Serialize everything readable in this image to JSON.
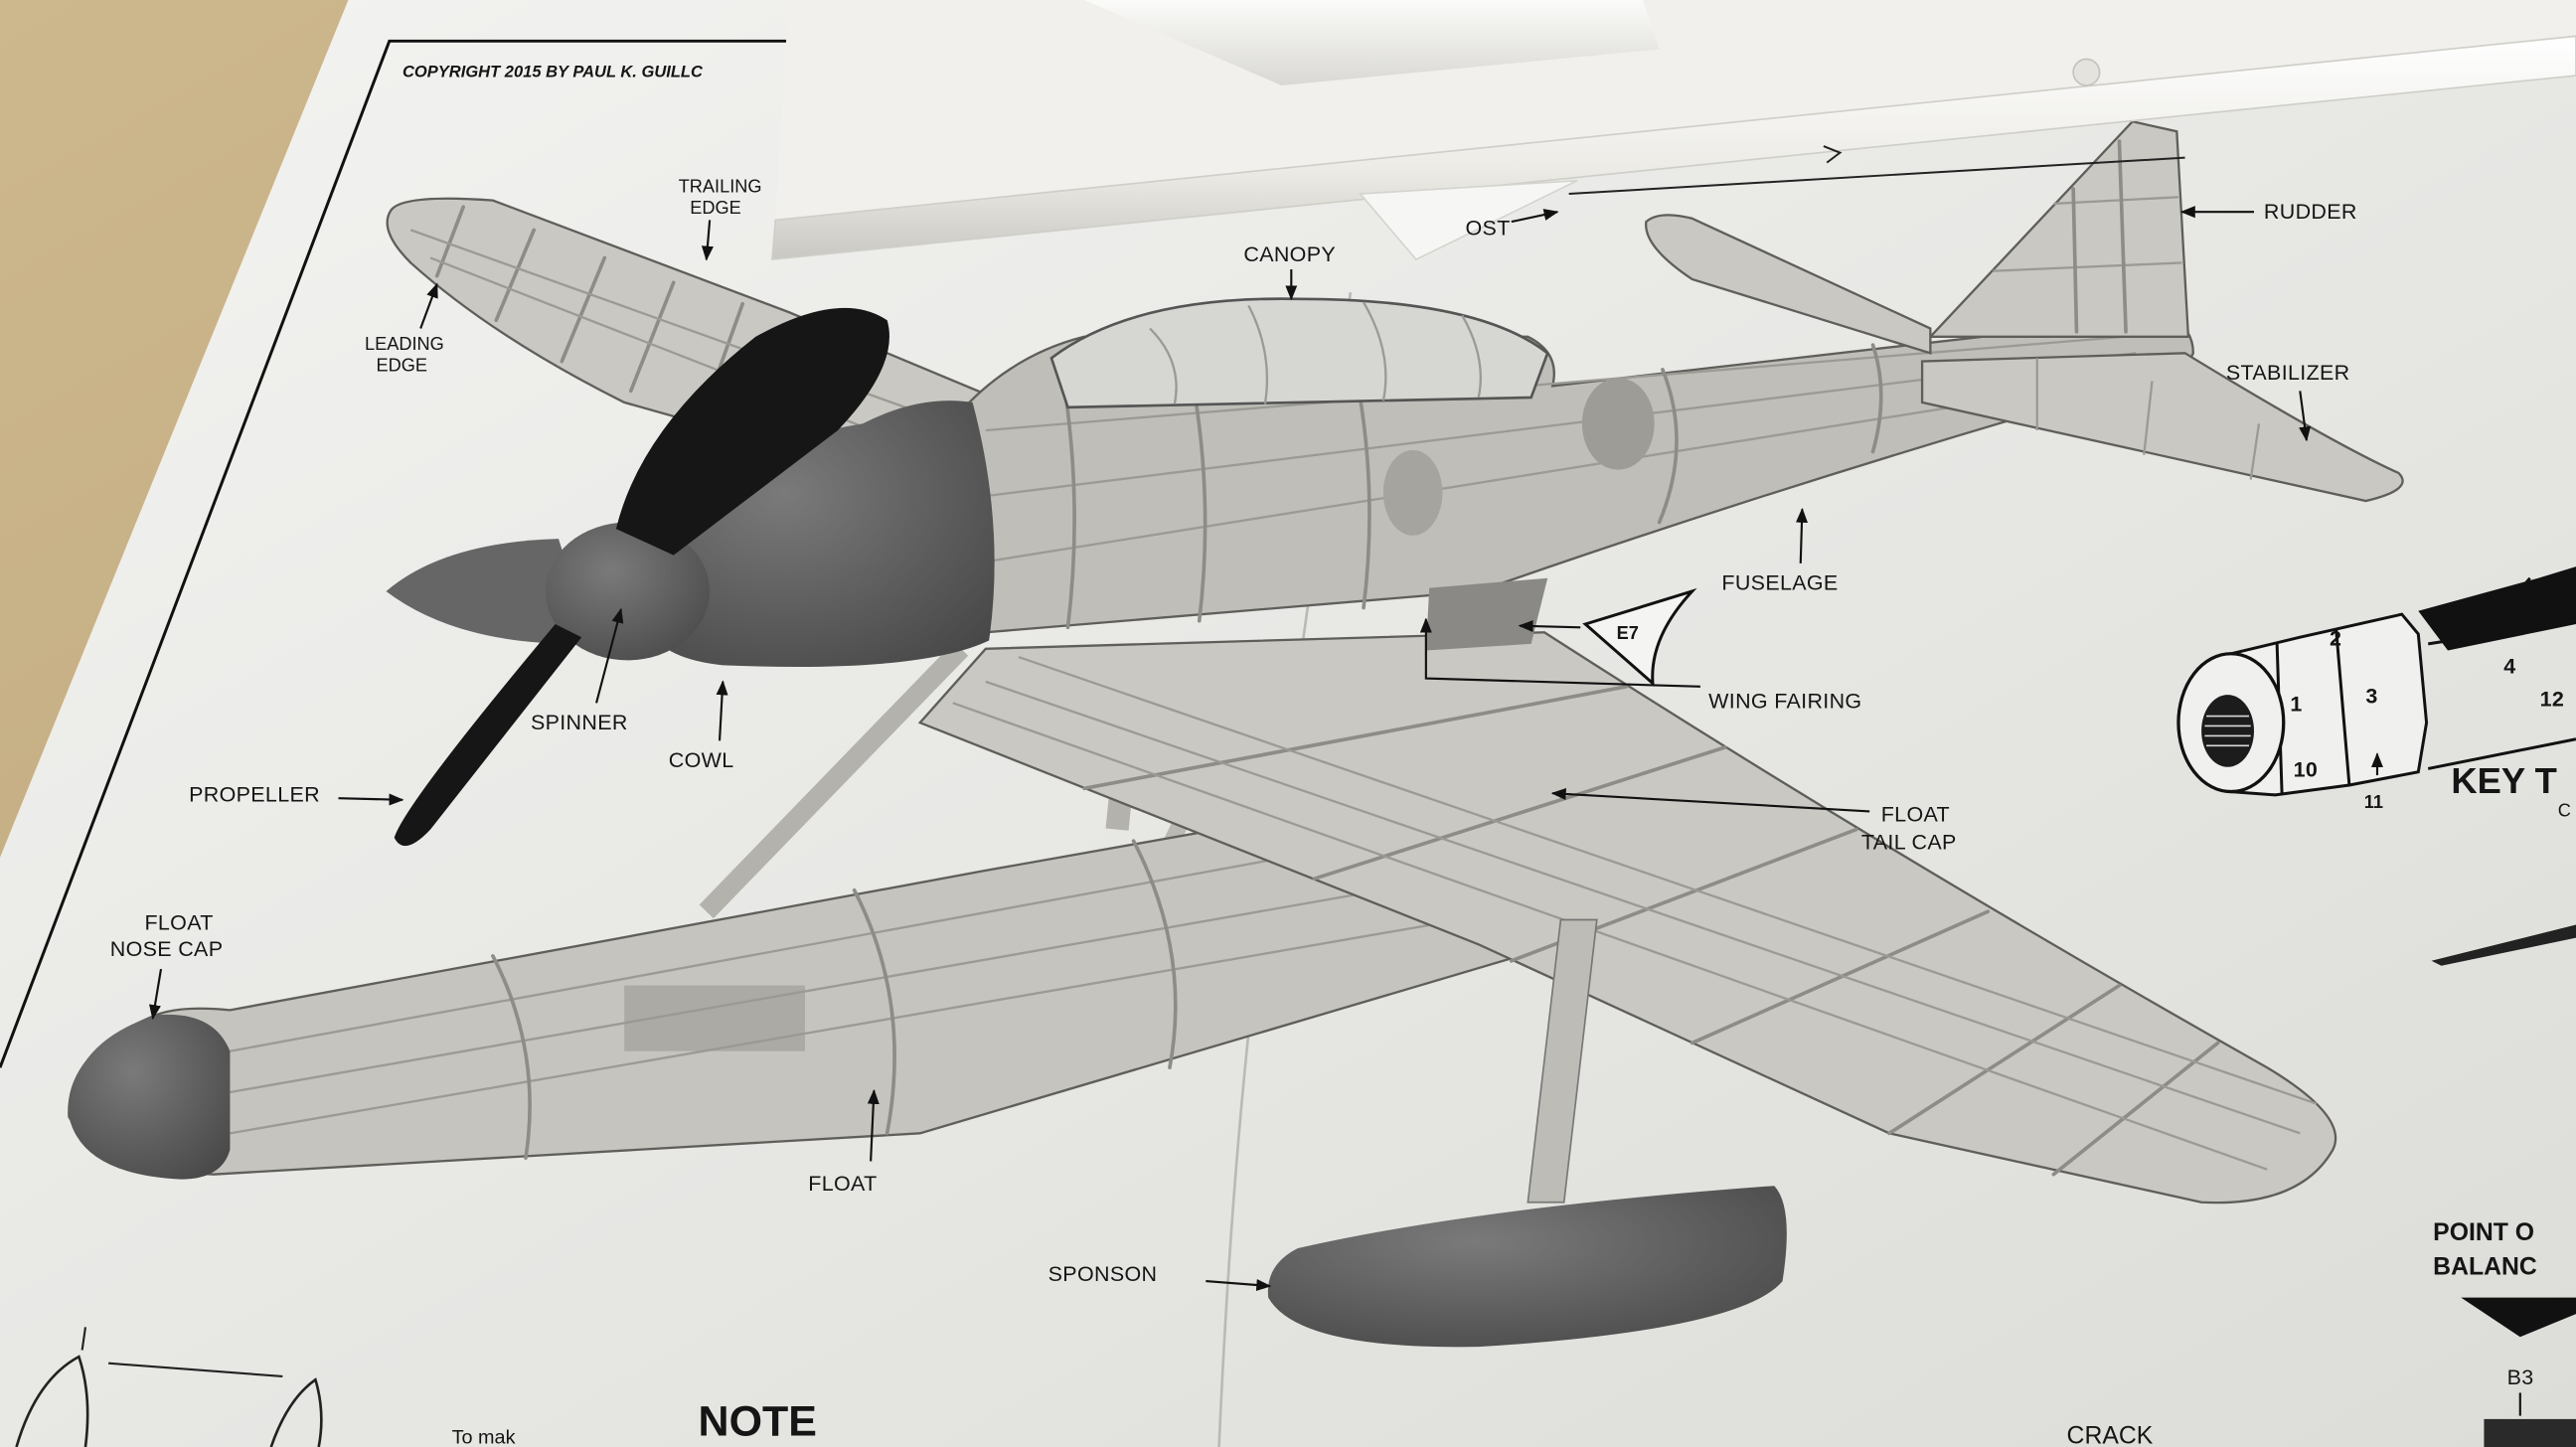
{
  "document": {
    "copyright": "COPYRIGHT 2015 BY PAUL K. GUILLC",
    "note_heading": "NOTE",
    "note_text_fragment": "To mak",
    "crack_label": "CRACK"
  },
  "labels": {
    "trailing_edge": [
      "TRAILING",
      "EDGE"
    ],
    "leading_edge": [
      "LEADING",
      "EDGE"
    ],
    "canopy": "CANOPY",
    "post_partial": "OST",
    "rudder": "RUDDER",
    "stabilizer": "STABILIZER",
    "fuselage": "FUSELAGE",
    "part_badge": "E7",
    "wing_fairing": "WING FAIRING",
    "spinner": "SPINNER",
    "cowl": "COWL",
    "propeller": "PROPELLER",
    "float_tail_cap": [
      "FLOAT",
      "TAIL CAP"
    ],
    "float_nose_cap": [
      "FLOAT",
      "NOSE CAP"
    ],
    "float": "FLOAT",
    "sponson": "SPONSON"
  },
  "key_diagram": {
    "title_fragment": "KEY T",
    "subtitle_fragment": "C",
    "numbers": [
      "1",
      "2",
      "3",
      "4",
      "10",
      "11",
      "12"
    ]
  },
  "balance": {
    "lines": [
      "POINT O",
      "BALANC"
    ],
    "part": "B3"
  },
  "colors": {
    "table": "#c4ad84",
    "paper": "#ebebe8",
    "plastic": "#f1f0ec",
    "balsa": "#c9c8c2",
    "dark_part": "#5c5c5c",
    "propeller": "#161616",
    "ink": "#151515"
  }
}
